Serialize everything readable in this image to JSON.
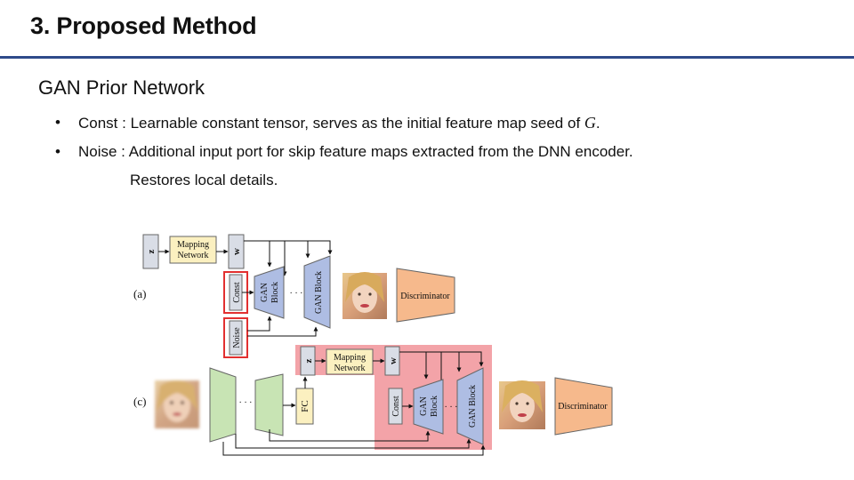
{
  "slide": {
    "title": "3. Proposed Method",
    "section": "GAN Prior Network"
  },
  "bullets": [
    {
      "marker": "•",
      "text": "Const : Learnable constant tensor, serves as the initial feature map seed of",
      "symbol": "G",
      "suffix": "."
    },
    {
      "marker": "•",
      "text": "Noise : Additional input port for skip feature maps extracted from the DNN encoder."
    }
  ],
  "continuation": "Restores local details.",
  "diagram": {
    "panel_a": {
      "label": "(a)",
      "z": "z",
      "w": "w",
      "mapping_line1": "Mapping",
      "mapping_line2": "Network",
      "const": "Const",
      "noise": "Noise",
      "gan_block_line1": "GAN",
      "gan_block_line2": "Block",
      "gan_block_full": "GAN Block",
      "ellipsis": "· · ·",
      "discriminator": "Discriminator"
    },
    "panel_c": {
      "label": "(c)",
      "z": "z",
      "w": "w",
      "mapping_line1": "Mapping",
      "mapping_line2": "Network",
      "fc": "FC",
      "const": "Const",
      "gan_block_line1": "GAN",
      "gan_block_line2": "Block",
      "gan_block_full": "GAN Block",
      "ellipsis": "· · ·",
      "discriminator": "Discriminator"
    },
    "colors": {
      "mapping": "#fbf0c0",
      "gan_block": "#aebde3",
      "discriminator": "#f6b98c",
      "encoder": "#c8e4b4",
      "fc": "#fbf0c0",
      "highlight_box": "#e23030",
      "highlight_region": "#f3a3a8"
    }
  }
}
